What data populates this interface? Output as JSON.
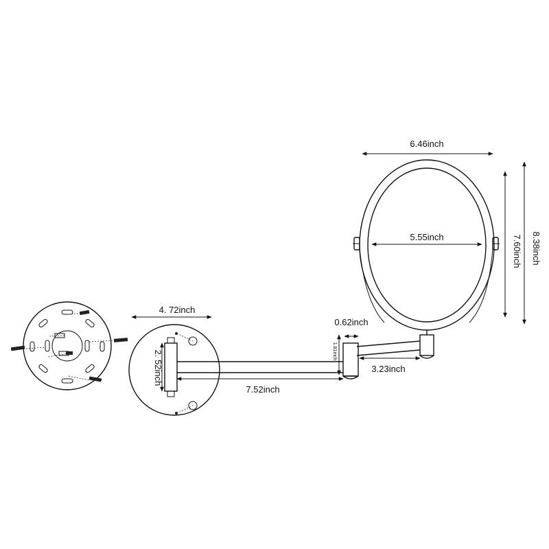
{
  "dimensions": {
    "base_width": "4. 72inch",
    "base_height": "2. 52inch",
    "arm_length": "7.52inch",
    "joint_width": "0.62inch",
    "joint_height": "1.81inch",
    "short_arm": "3.23inch",
    "mirror_outer_width": "6.46inch",
    "mirror_inner_width": "5.55inch",
    "mirror_inner_height": "7.60inch",
    "mirror_outer_height": "8.38inch"
  },
  "colors": {
    "line": "#111111",
    "background": "#ffffff"
  }
}
